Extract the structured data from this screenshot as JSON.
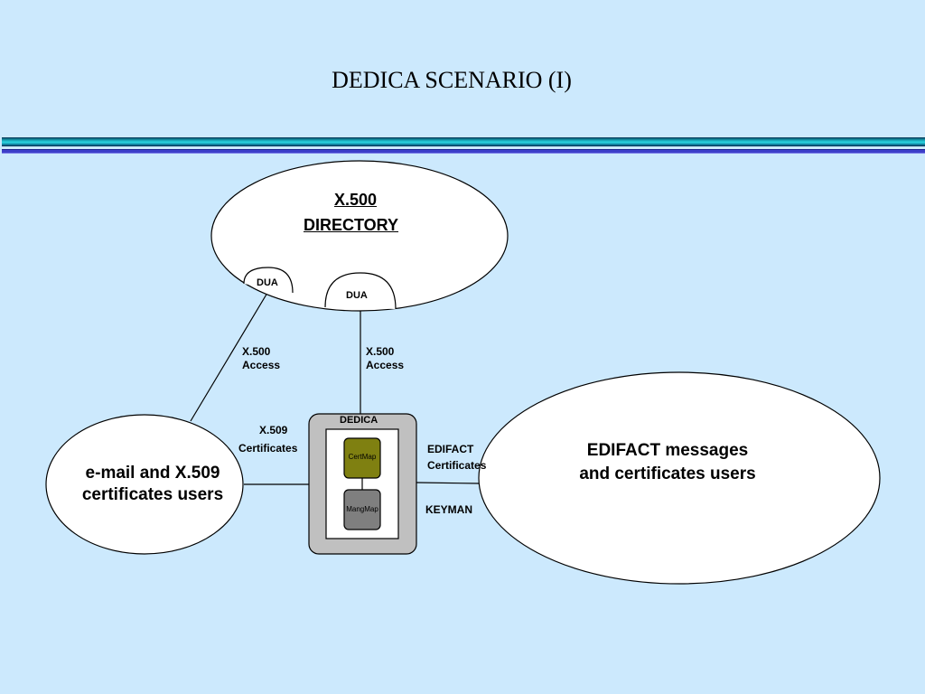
{
  "slide": {
    "title": "DEDICA SCENARIO (I)"
  },
  "directory": {
    "line1": "X.500",
    "line2": "DIRECTORY",
    "dua_left": "DUA",
    "dua_right": "DUA"
  },
  "links": {
    "left_access_line1": "X.500",
    "left_access_line2": "Access",
    "right_access_line1": "X.500",
    "right_access_line2": "Access",
    "x509_line1": "X.509",
    "x509_line2": "Certificates",
    "edifact_line1": "EDIFACT",
    "edifact_line2": "Certificates",
    "keyman": "KEYMAN"
  },
  "dedica": {
    "label": "DEDICA",
    "certmap": "CertMap",
    "mangmap": "MangMap"
  },
  "email_users": {
    "line1": "e-mail and X.509",
    "line2": "certificates users"
  },
  "edifact_users": {
    "line1": "EDIFACT messages",
    "line2": "and certificates users"
  },
  "colors": {
    "background": "#cce9fd",
    "certmap": "#7f8011",
    "mangmap": "#7f7f7f",
    "dedica_frame": "#c0c0c0"
  }
}
